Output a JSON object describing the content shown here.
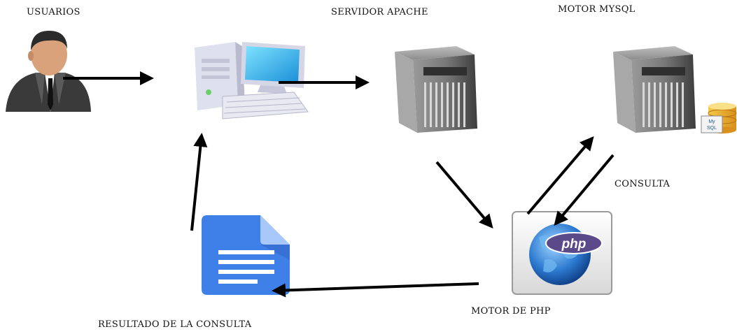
{
  "labels": {
    "usuarios": "USUARIOS",
    "servidor_apache": "SERVIDOR APACHE",
    "motor_mysql": "MOTOR MYSQL",
    "consulta": "CONSULTA",
    "motor_php": "MOTOR DE PHP",
    "resultado": "RESULTADO DE LA CONSULTA"
  },
  "icons": {
    "user": "user-icon",
    "computer": "desktop-computer-icon",
    "apache_server": "server-tower-icon",
    "mysql_server": "database-server-icon",
    "php_engine": "php-globe-icon",
    "result": "document-icon"
  },
  "colors": {
    "arrow": "#000000",
    "document": "#3f7fe8",
    "server": "#6d6d6d"
  }
}
